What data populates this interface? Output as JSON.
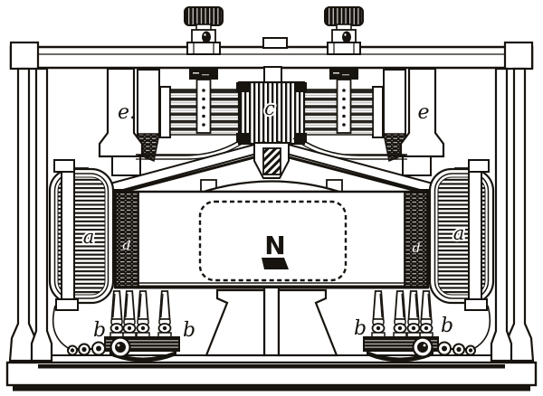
{
  "figure": {
    "description": "Engraved technical figure of an electro-magnetic apparatus with permanent magnet, coils, armature springs and terminal posts",
    "labels": {
      "pillar_left": "e.",
      "pillar_right": "e",
      "central_block": "c",
      "coil_left": "a",
      "coil_right": "a",
      "pole_strip_left": "d",
      "pole_strip_right": "d",
      "terminal_left_outer": "b",
      "terminal_left_inner": "b",
      "terminal_right_inner": "b",
      "terminal_right_outer": "b",
      "magnet": "N"
    },
    "colors": {
      "ink": "#17130e",
      "paper": "#ffffff"
    }
  }
}
